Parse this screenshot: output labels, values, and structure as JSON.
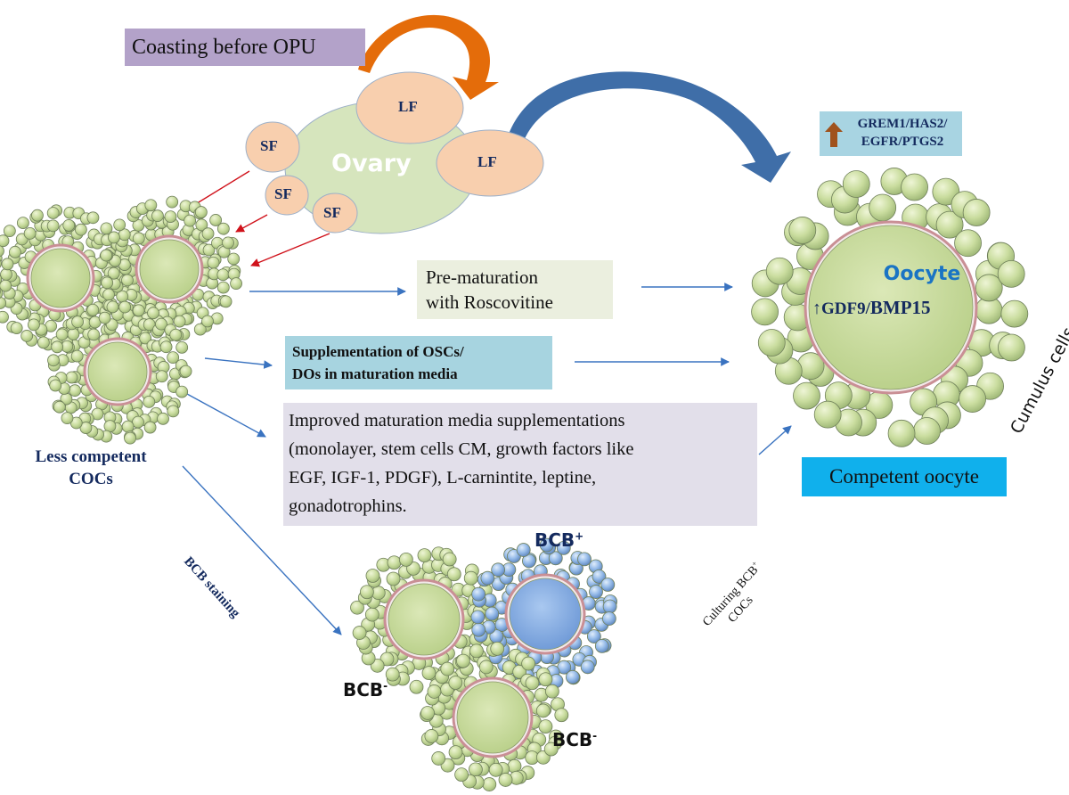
{
  "top": {
    "coasting_label": "Coasting before OPU"
  },
  "ovary": {
    "label": "Ovary",
    "follicles": [
      {
        "label": "LF",
        "kind": "large"
      },
      {
        "label": "LF",
        "kind": "large"
      },
      {
        "label": "SF",
        "kind": "small"
      },
      {
        "label": "SF",
        "kind": "small"
      },
      {
        "label": "SF",
        "kind": "small"
      }
    ]
  },
  "left": {
    "title_line1": "Less competent",
    "title_line2": "COCs"
  },
  "pathways": {
    "prematuration_line1": "Pre-maturation",
    "prematuration_line2": "with Roscovitine",
    "supplementation_line1": "Supplementation of OSCs/",
    "supplementation_line2": "DOs in maturation media",
    "improved_line1": "Improved maturation media supplementations",
    "improved_line2": "(monolayer, stem cells CM, growth factors like",
    "improved_line3": "EGF, IGF-1, PDGF), L-carnintite, leptine,",
    "improved_line4": "gonadotrophins."
  },
  "right": {
    "genes_line1": "GREM1/HAS2/",
    "genes_line2": "EGFR/PTGS2",
    "oocyte_label": "Oocyte",
    "gdf_arrow": "↑",
    "gdf_label": "GDF9/",
    "bmp_label": "BMP15",
    "cumulus_label": "Cumulus cells",
    "competent_label": "Competent oocyte"
  },
  "bottom": {
    "bcb_staining_label": "BCB staining",
    "culturing_line1": "Culturing BCB",
    "culturing_sup": "+",
    "culturing_line2": "COCs",
    "bcb_base": "BCB",
    "plus": "+",
    "minus": "-"
  },
  "colors": {
    "cell_green": "#c9dd9e",
    "cell_blue": "#8fb6e6",
    "ovary_green": "#d6e5bd",
    "follicle_peach": "#f8cfae",
    "orange_arrow": "#e46c0a",
    "blue_arrow": "#3f6ea8",
    "red_arrow": "#d0121b",
    "thin_blue": "#3a73c0",
    "navy_text": "#142a5e"
  }
}
